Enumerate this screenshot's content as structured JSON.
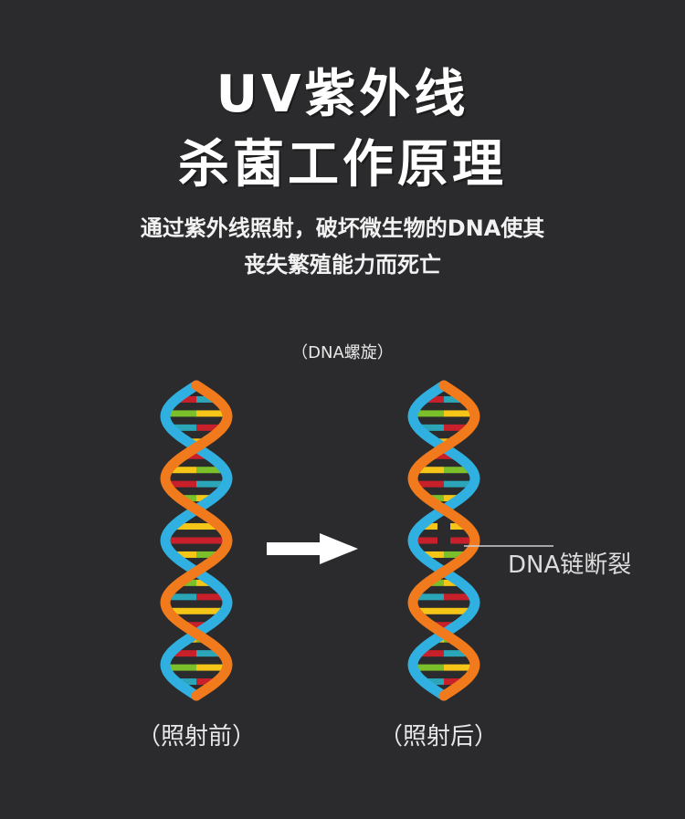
{
  "title": {
    "line1": "UV紫外线",
    "line2": "杀菌工作原理"
  },
  "subtitle": {
    "line1": "通过紫外线照射，破坏微生物的DNA使其",
    "line2": "丧失繁殖能力而死亡"
  },
  "diagram": {
    "helix_caption": "（DNA螺旋）",
    "before_label": "（照射前）",
    "after_label": "（照射后）",
    "break_label": "DNA链断裂",
    "colors": {
      "background": "#2b2b2d",
      "strand_orange": "#f07a1c",
      "strand_blue": "#2fb0e0",
      "rung_yellow": "#f5c518",
      "rung_red": "#c8202a",
      "rung_green": "#7bbf2a",
      "rung_teal": "#2aa6b8",
      "arrow": "#ffffff"
    }
  }
}
